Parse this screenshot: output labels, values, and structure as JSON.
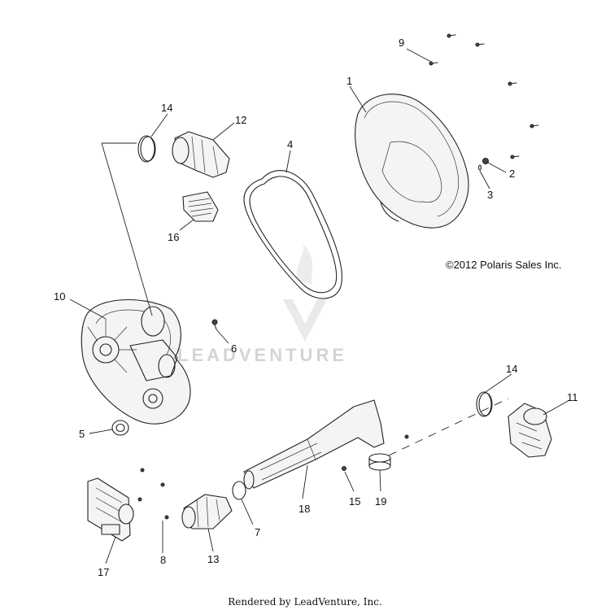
{
  "diagram": {
    "copyright": "©2012 Polaris Sales Inc.",
    "footer": "Rendered by LeadVenture, Inc.",
    "watermark": "LEADVENTURE",
    "callouts": [
      {
        "id": "1",
        "label": "1"
      },
      {
        "id": "2",
        "label": "2"
      },
      {
        "id": "3",
        "label": "3"
      },
      {
        "id": "4",
        "label": "4"
      },
      {
        "id": "5",
        "label": "5"
      },
      {
        "id": "6",
        "label": "6"
      },
      {
        "id": "7",
        "label": "7"
      },
      {
        "id": "8",
        "label": "8"
      },
      {
        "id": "9",
        "label": "9"
      },
      {
        "id": "10",
        "label": "10"
      },
      {
        "id": "11",
        "label": "11"
      },
      {
        "id": "12",
        "label": "12"
      },
      {
        "id": "13",
        "label": "13"
      },
      {
        "id": "14a",
        "label": "14"
      },
      {
        "id": "14b",
        "label": "14"
      },
      {
        "id": "15",
        "label": "15"
      },
      {
        "id": "16",
        "label": "16"
      },
      {
        "id": "17",
        "label": "17"
      },
      {
        "id": "18",
        "label": "18"
      },
      {
        "id": "19",
        "label": "19"
      }
    ]
  }
}
